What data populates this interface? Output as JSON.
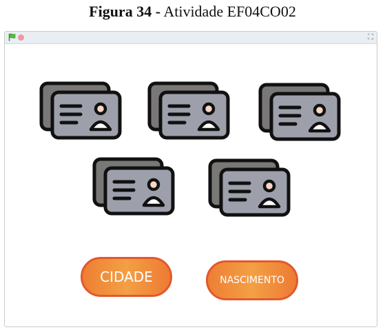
{
  "caption": {
    "bold": "Figura 34 -",
    "rest": " Atividade EF04CO02"
  },
  "stage": {
    "fullscreen_icon": "⛶"
  },
  "cards": [
    {
      "icon": "id-card-icon"
    },
    {
      "icon": "id-card-icon"
    },
    {
      "icon": "id-card-icon"
    },
    {
      "icon": "id-card-icon"
    },
    {
      "icon": "id-card-icon"
    }
  ],
  "buttons": {
    "cidade": "CIDADE",
    "nascimento": "NASCIMENTO"
  },
  "colors": {
    "button_orange": "#f0913b",
    "button_border": "#e2592b",
    "card_gray": "#9da0ab",
    "card_back": "#7a7777"
  }
}
